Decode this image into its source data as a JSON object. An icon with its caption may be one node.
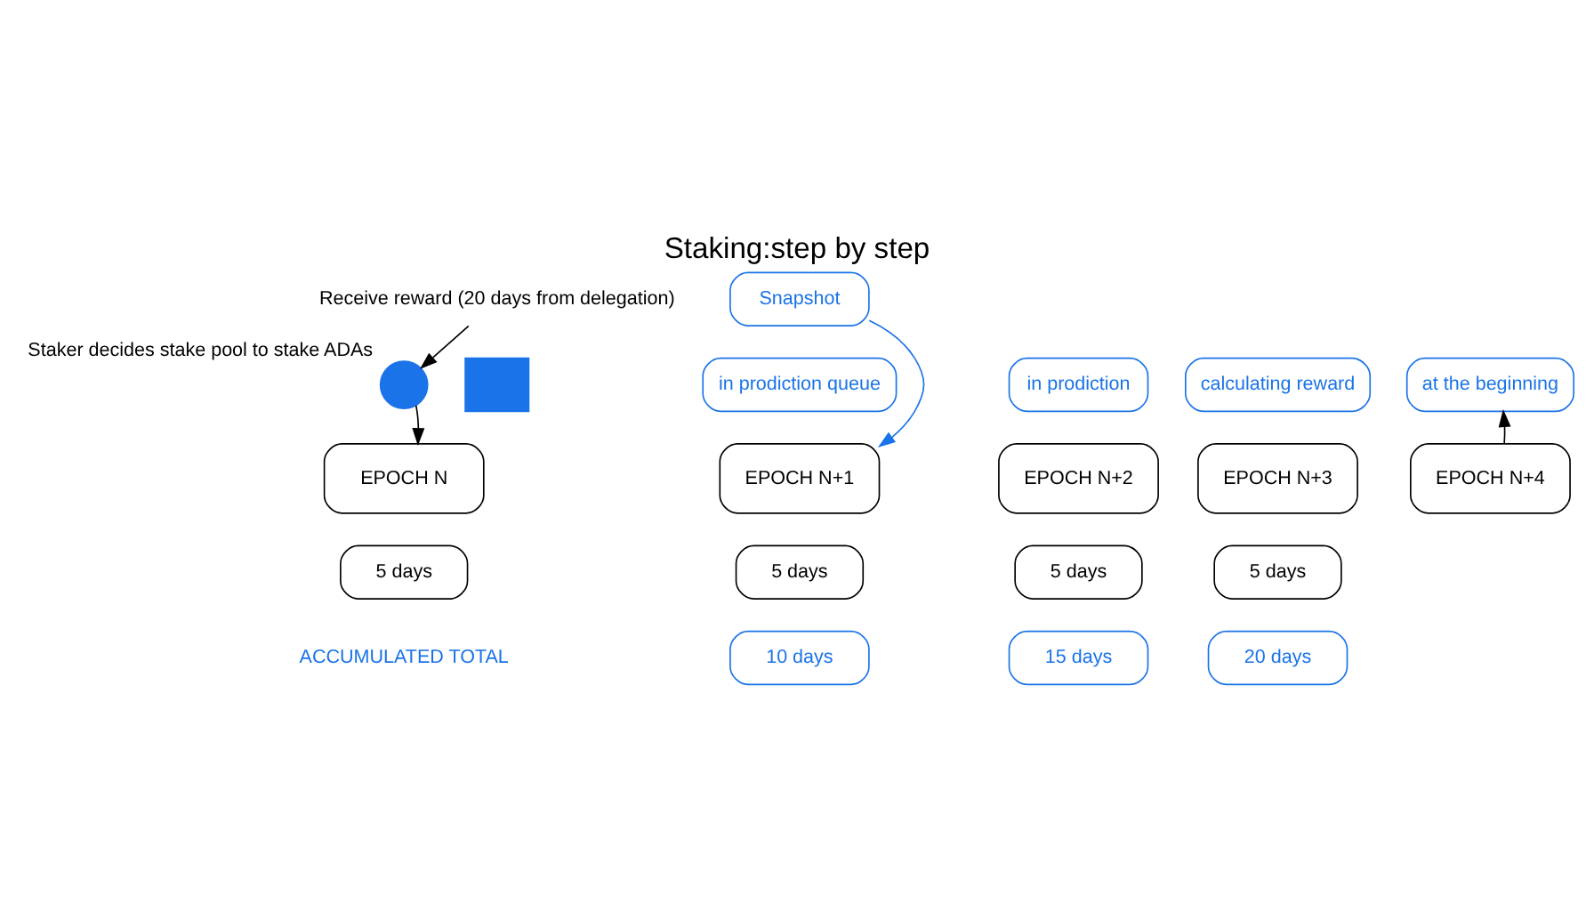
{
  "diagram": {
    "title": "Staking:step by step",
    "nodes": [
      {
        "text": [],
        "shape": "person",
        "beside": [
          "Staker decides stake pool to stake ADAs"
        ]
      },
      {
        "text": [],
        "shape": "box"
      },
      {
        "text": [
          "Receive reward (20 days from delegation)"
        ]
      },
      {
        "text": [
          "Snapshot"
        ]
      },
      {
        "text": [
          "in prodiction queue"
        ]
      },
      {
        "text": [
          "in prodiction"
        ]
      },
      {
        "text": [
          "calculating reward"
        ]
      },
      {
        "text": [
          "at the beginning"
        ]
      },
      {
        "text": [
          "EPOCH N"
        ]
      },
      {
        "text": [
          "EPOCH N+1"
        ]
      },
      {
        "text": [
          "EPOCH N+2"
        ]
      },
      {
        "text": [
          "EPOCH N+3"
        ]
      },
      {
        "text": [
          "EPOCH N+4"
        ]
      },
      {
        "text": [
          "5 days"
        ]
      },
      {
        "text": [
          "5 days"
        ]
      },
      {
        "text": [
          "5 days"
        ]
      },
      {
        "text": [
          "5 days"
        ]
      },
      {
        "text": [
          "10 days"
        ]
      },
      {
        "text": [
          "15 days"
        ]
      },
      {
        "text": [
          "20 days"
        ]
      }
    ],
    "edges": [
      {
        "from": 2,
        "to": 0,
        "arrow": "to"
      },
      {
        "from": 0,
        "to": 8,
        "arrow": "to"
      },
      {
        "from": 3,
        "to": 9,
        "arrow": "to",
        "color": "#1a73e8"
      },
      {
        "from": 12,
        "to": 7,
        "arrow": "to"
      }
    ],
    "labels": [
      "ACCUMULATED TOTAL"
    ]
  }
}
